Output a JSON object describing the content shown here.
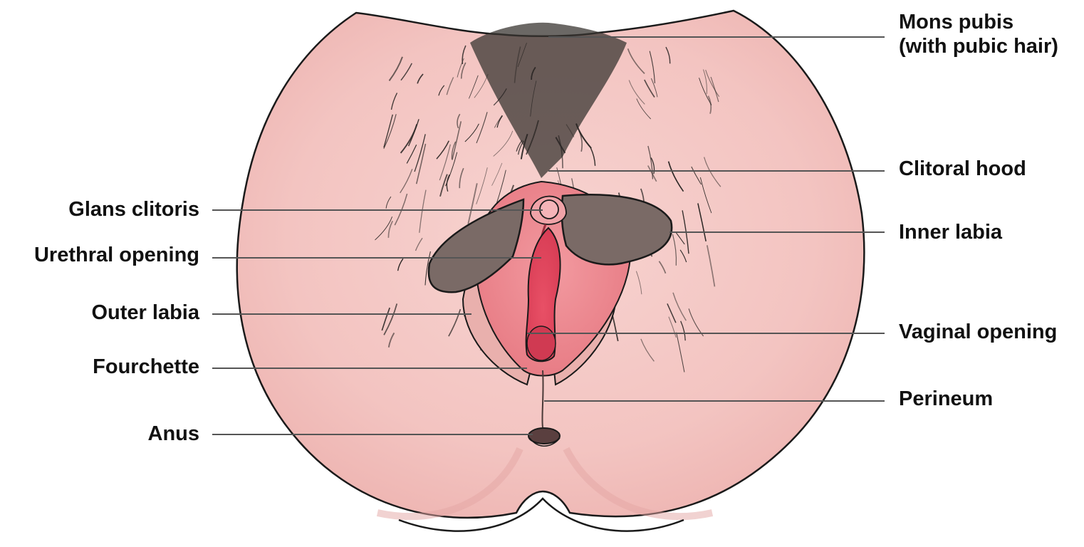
{
  "diagram": {
    "labels_left": [
      {
        "id": "glans-clitoris",
        "text": "Glans clitoris"
      },
      {
        "id": "urethral-opening",
        "text": "Urethral opening"
      },
      {
        "id": "outer-labia",
        "text": "Outer labia"
      },
      {
        "id": "fourchette",
        "text": "Fourchette"
      },
      {
        "id": "anus",
        "text": "Anus"
      }
    ],
    "labels_right": [
      {
        "id": "mons-pubis",
        "text": "Mons pubis\n(with pubic hair)",
        "lines": [
          "Mons pubis",
          "(with pubic hair)"
        ]
      },
      {
        "id": "clitoral-hood",
        "text": "Clitoral hood"
      },
      {
        "id": "inner-labia",
        "text": "Inner labia"
      },
      {
        "id": "vaginal-opening",
        "text": "Vaginal opening"
      },
      {
        "id": "perineum",
        "text": "Perineum"
      }
    ]
  },
  "colors": {
    "skin": "#f4c9c6",
    "skin_shadow": "#e8aeab",
    "inner_pink": "#ef8f95",
    "inner_red": "#e0566a",
    "outline": "#1a1a1a",
    "hair": "#2a2624",
    "leader_line": "#555555",
    "label_text": "#111111"
  }
}
